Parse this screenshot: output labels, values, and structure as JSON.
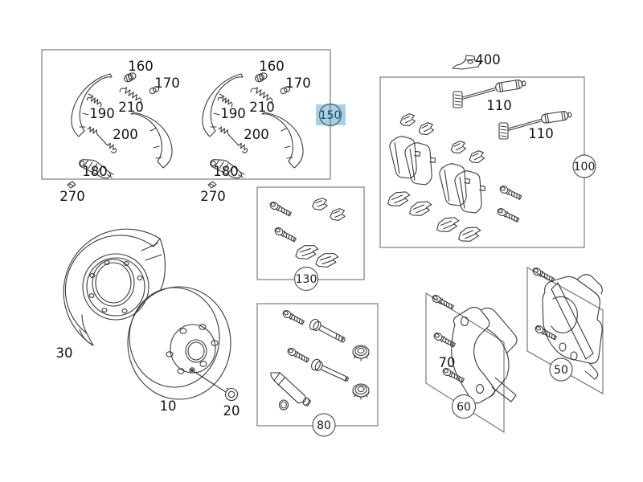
{
  "colors": {
    "line": "#3a3a3a",
    "box_line": "#6f6f6f",
    "text": "#141414",
    "badge_fill": "#ffffff",
    "highlight_bg": "#a9d0e2",
    "highlight_ring": "#4e6b7a",
    "highlight_text": "#14526e"
  },
  "shoe_kit": {
    "badge": "150",
    "left": {
      "n160": "160",
      "n170": "170",
      "n210": "210",
      "n190": "190",
      "n200": "200",
      "n180": "180"
    },
    "right": {
      "n160": "160",
      "n170": "170",
      "n210": "210",
      "n190": "190",
      "n200": "200",
      "n180": "180"
    },
    "clip_left": "270",
    "clip_right": "270"
  },
  "pad_kit": {
    "badge": "100",
    "bracket": "400",
    "sensor_top": "110",
    "sensor_bottom": "110"
  },
  "mount_kit": {
    "badge": "130"
  },
  "guide_kit": {
    "badge": "80"
  },
  "axle": {
    "shield": "30",
    "disc": "10",
    "screw": "20"
  },
  "carrier": {
    "badge": "60",
    "bolt": "70"
  },
  "caliper": {
    "badge": "50"
  }
}
